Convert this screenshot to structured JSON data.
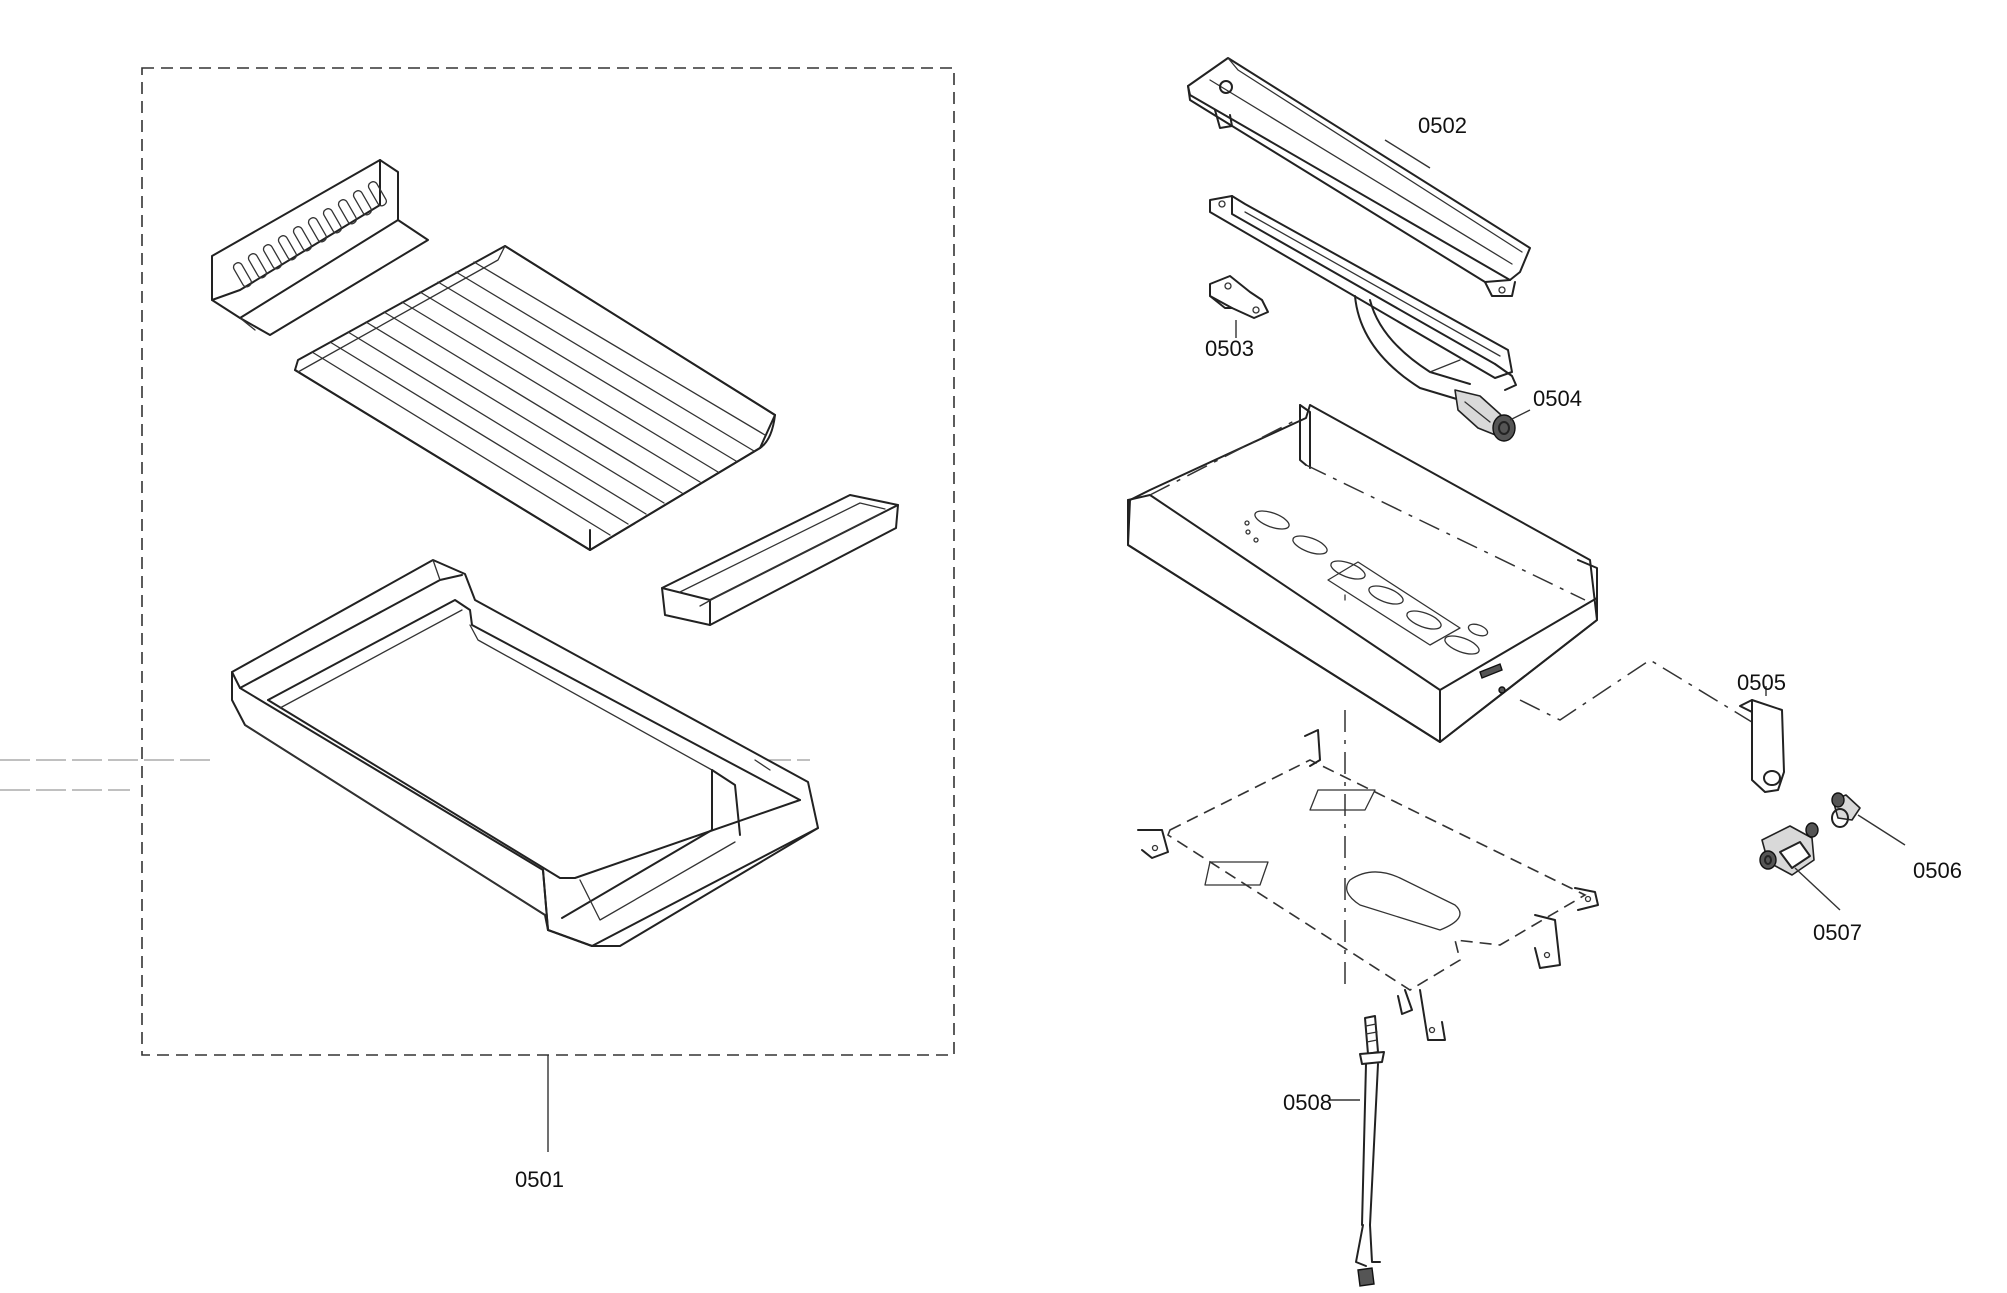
{
  "diagram": {
    "parts": [
      {
        "id": "0501",
        "label": "0501"
      },
      {
        "id": "0502",
        "label": "0502"
      },
      {
        "id": "0503",
        "label": "0503"
      },
      {
        "id": "0504",
        "label": "0504"
      },
      {
        "id": "0505",
        "label": "0505"
      },
      {
        "id": "0506",
        "label": "0506"
      },
      {
        "id": "0507",
        "label": "0507"
      },
      {
        "id": "0508",
        "label": "0508"
      }
    ]
  },
  "colors": {
    "line": "#222222",
    "background": "#ffffff",
    "shade": "#d9d9d9"
  }
}
